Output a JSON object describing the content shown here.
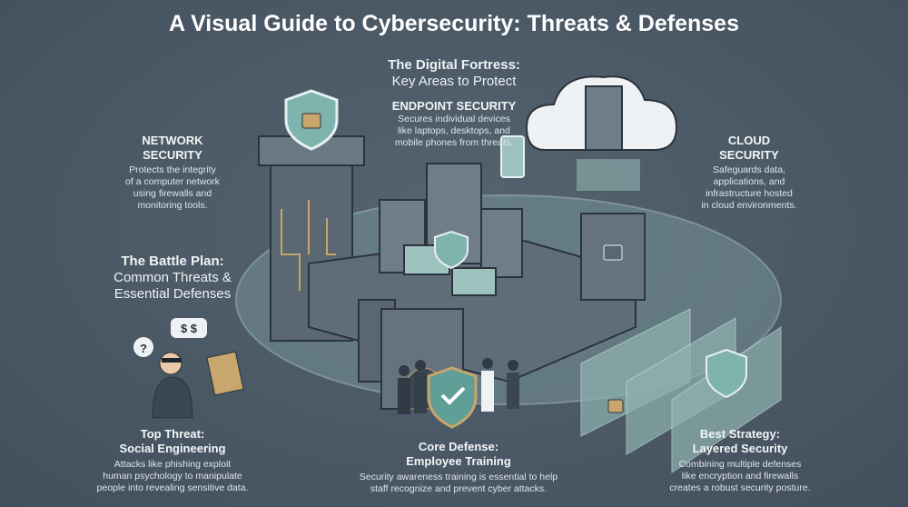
{
  "title": "A Visual Guide to Cybersecurity: Threats & Defenses",
  "fortress": {
    "heading": "The Digital Fortress:",
    "subheading": "Key Areas to Protect"
  },
  "endpoint": {
    "heading": "ENDPOINT SECURITY",
    "body": [
      "Secures individual devices",
      "like laptops, desktops, and",
      "mobile phones from threats."
    ]
  },
  "network": {
    "heading": [
      "NETWORK",
      "SECURITY"
    ],
    "body": [
      "Protects the integrity",
      "of a computer network",
      "using firewalls and",
      "monitoring tools."
    ]
  },
  "cloud": {
    "heading": [
      "CLOUD",
      "SECURITY"
    ],
    "body": [
      "Safeguards data,",
      "applications, and",
      "infrastructure hosted",
      "in cloud environments."
    ]
  },
  "battle": {
    "heading": "The Battle Plan:",
    "subheading": [
      "Common Threats &",
      "Essential Defenses"
    ]
  },
  "threat": {
    "heading": [
      "Top Threat:",
      "Social Engineering"
    ],
    "body": [
      "Attacks like phishing exploit",
      "human psychology to manipulate",
      "people into revealing sensitive data."
    ],
    "bubble1": "?",
    "bubble2": "$ $"
  },
  "training": {
    "heading": [
      "Core Defense:",
      "Employee Training"
    ],
    "body": [
      "Security awareness training is essential to help",
      "staff recognize and prevent cyber attacks."
    ]
  },
  "layered": {
    "heading": [
      "Best Strategy:",
      "Layered Security"
    ],
    "body": [
      "Combining multiple defenses",
      "like encryption and firewalls",
      "creates a robust security posture."
    ]
  },
  "colors": {
    "background": "#4b5966",
    "teal": "#7fb3ae",
    "gold": "#c9a66b",
    "stone": "#5d6b76"
  }
}
